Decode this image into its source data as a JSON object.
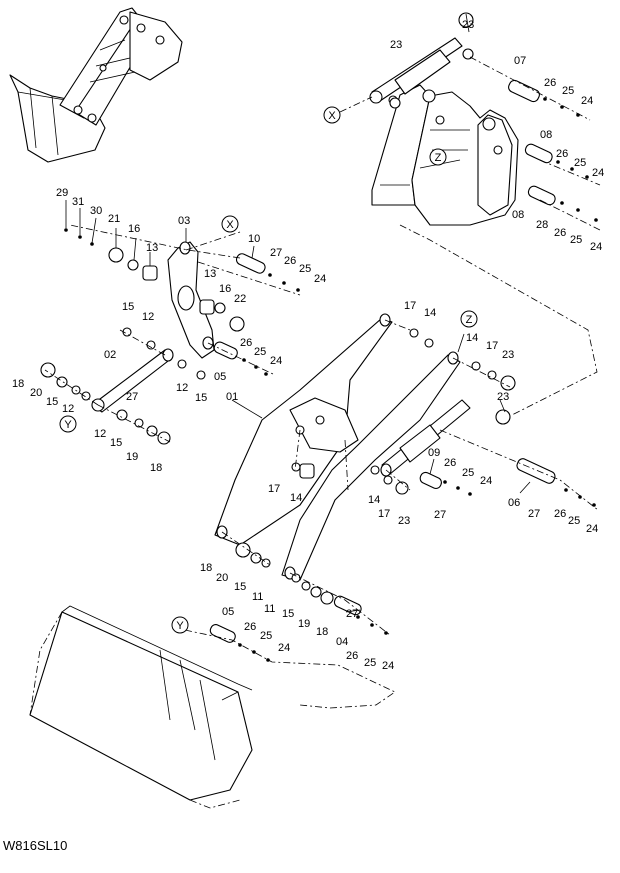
{
  "drawing_code": "W816SL10",
  "callouts": [
    {
      "id": "c23a",
      "text": "23"
    },
    {
      "id": "c23b",
      "text": "23"
    },
    {
      "id": "c07",
      "text": "07"
    },
    {
      "id": "c26a",
      "text": "26"
    },
    {
      "id": "c25a",
      "text": "25"
    },
    {
      "id": "c24a",
      "text": "24"
    },
    {
      "id": "c08a",
      "text": "08"
    },
    {
      "id": "c26b",
      "text": "26"
    },
    {
      "id": "c25b",
      "text": "25"
    },
    {
      "id": "c24b",
      "text": "24"
    },
    {
      "id": "c08b",
      "text": "08"
    },
    {
      "id": "c28",
      "text": "28"
    },
    {
      "id": "c26c",
      "text": "26"
    },
    {
      "id": "c25c",
      "text": "25"
    },
    {
      "id": "c24c",
      "text": "24"
    },
    {
      "id": "c29",
      "text": "29"
    },
    {
      "id": "c31",
      "text": "31"
    },
    {
      "id": "c30",
      "text": "30"
    },
    {
      "id": "c21",
      "text": "21"
    },
    {
      "id": "c16a",
      "text": "16"
    },
    {
      "id": "c13a",
      "text": "13"
    },
    {
      "id": "c03",
      "text": "03"
    },
    {
      "id": "c10",
      "text": "10"
    },
    {
      "id": "c27a",
      "text": "27"
    },
    {
      "id": "c26d",
      "text": "26"
    },
    {
      "id": "c25d",
      "text": "25"
    },
    {
      "id": "c24d",
      "text": "24"
    },
    {
      "id": "c13b",
      "text": "13"
    },
    {
      "id": "c16b",
      "text": "16"
    },
    {
      "id": "c22",
      "text": "22"
    },
    {
      "id": "c15a",
      "text": "15"
    },
    {
      "id": "c12a",
      "text": "12"
    },
    {
      "id": "c26e",
      "text": "26"
    },
    {
      "id": "c25e",
      "text": "25"
    },
    {
      "id": "c24e",
      "text": "24"
    },
    {
      "id": "c05a",
      "text": "05"
    },
    {
      "id": "c02",
      "text": "02"
    },
    {
      "id": "c12b",
      "text": "12"
    },
    {
      "id": "c15b",
      "text": "15"
    },
    {
      "id": "c27b",
      "text": "27"
    },
    {
      "id": "c18a",
      "text": "18"
    },
    {
      "id": "c20a",
      "text": "20"
    },
    {
      "id": "c15c",
      "text": "15"
    },
    {
      "id": "c12c",
      "text": "12"
    },
    {
      "id": "c12d",
      "text": "12"
    },
    {
      "id": "c15d",
      "text": "15"
    },
    {
      "id": "c19a",
      "text": "19"
    },
    {
      "id": "c18b",
      "text": "18"
    },
    {
      "id": "c01",
      "text": "01"
    },
    {
      "id": "c17a",
      "text": "17"
    },
    {
      "id": "c14a",
      "text": "14"
    },
    {
      "id": "c14b",
      "text": "14"
    },
    {
      "id": "c17b",
      "text": "17"
    },
    {
      "id": "c23c",
      "text": "23"
    },
    {
      "id": "c23d",
      "text": "23"
    },
    {
      "id": "c17c",
      "text": "17"
    },
    {
      "id": "c14c",
      "text": "14"
    },
    {
      "id": "c09",
      "text": "09"
    },
    {
      "id": "c26f",
      "text": "26"
    },
    {
      "id": "c25f",
      "text": "25"
    },
    {
      "id": "c24f",
      "text": "24"
    },
    {
      "id": "c14d",
      "text": "14"
    },
    {
      "id": "c17d",
      "text": "17"
    },
    {
      "id": "c23e",
      "text": "23"
    },
    {
      "id": "c27c",
      "text": "27"
    },
    {
      "id": "c06",
      "text": "06"
    },
    {
      "id": "c27d",
      "text": "27"
    },
    {
      "id": "c26g",
      "text": "26"
    },
    {
      "id": "c25g",
      "text": "25"
    },
    {
      "id": "c24g",
      "text": "24"
    },
    {
      "id": "c18c",
      "text": "18"
    },
    {
      "id": "c20b",
      "text": "20"
    },
    {
      "id": "c15e",
      "text": "15"
    },
    {
      "id": "c11a",
      "text": "11"
    },
    {
      "id": "c11b",
      "text": "11"
    },
    {
      "id": "c15f",
      "text": "15"
    },
    {
      "id": "c19b",
      "text": "19"
    },
    {
      "id": "c18d",
      "text": "18"
    },
    {
      "id": "c27e",
      "text": "27"
    },
    {
      "id": "c04",
      "text": "04"
    },
    {
      "id": "c26h",
      "text": "26"
    },
    {
      "id": "c25h",
      "text": "25"
    },
    {
      "id": "c24h",
      "text": "24"
    },
    {
      "id": "c05b",
      "text": "05"
    },
    {
      "id": "c26i",
      "text": "26"
    },
    {
      "id": "c25i",
      "text": "25"
    },
    {
      "id": "c24i",
      "text": "24"
    }
  ],
  "reference_markers": [
    {
      "id": "mx1",
      "text": "X"
    },
    {
      "id": "mz1",
      "text": "Z"
    },
    {
      "id": "mx2",
      "text": "X"
    },
    {
      "id": "mz2",
      "text": "Z"
    },
    {
      "id": "my1",
      "text": "Y"
    },
    {
      "id": "my2",
      "text": "Y"
    }
  ]
}
